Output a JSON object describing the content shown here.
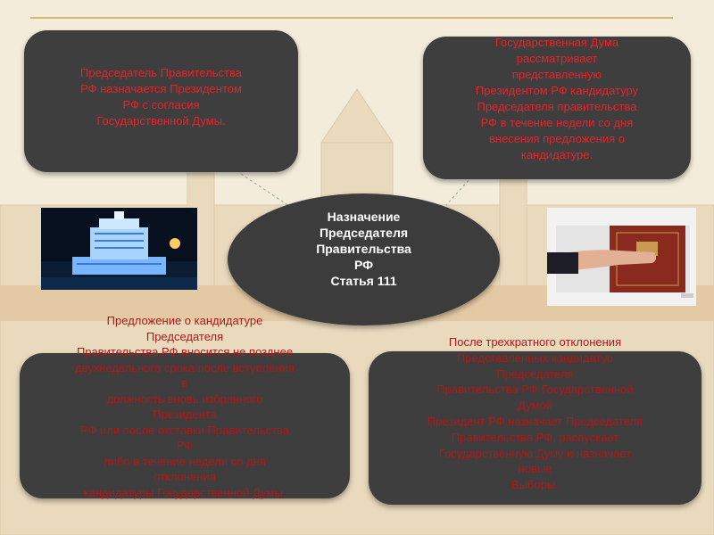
{
  "center": {
    "text": "Назначение\nПредседателя\nПравительства\nРФ\nСтатья 111"
  },
  "top_left": {
    "text": "Председатель Правительства\nРФ назначается Президентом\nРФ с согласия\nГосударственной Думы."
  },
  "top_right": {
    "text": "Государственная Дума\nрассматривает\nпредставленную\nПрезидентом РФ кандидатуру\nПредседателя правительства\nРФ в течение недели со дня\nвнесения предложения о\nкандидатуре."
  },
  "bottom_left": {
    "text": "Предложение о кандидатуре\nПредседателя\nПравительства РФ вносится не позднее\nдвухнедельного срока после вступления\nв\nдолжность вновь избранного\nПрезидента\nРФ или после отставки Правительства\nРФ\nлибо в течение недели со дня\nотклонения\nкандидатуры Государственной Думы."
  },
  "bottom_right": {
    "text": "После трехкратного отклонения\nПредставленных кандидатур\nПредседателя\nПравительства РФ Государственной\nДумой\nПрезидент РФ назначает Председателя\nПравительства РФ, распускает\nГосударственную Думу и назначает\nновые\nВыборы."
  },
  "colors": {
    "box": "#3e3e3e",
    "text_red": "#e8222a",
    "center_text": "#ffffff",
    "accent_line": "#d9b46a"
  }
}
